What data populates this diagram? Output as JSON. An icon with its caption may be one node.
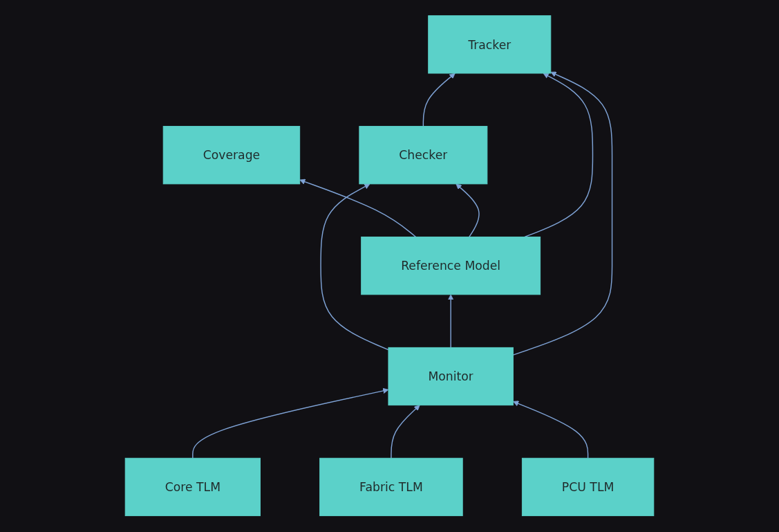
{
  "diagram": {
    "nodes": [
      {
        "text": [
          "Coverage"
        ]
      },
      {
        "text": [
          "Checker"
        ]
      },
      {
        "text": [
          "Reference Model"
        ]
      },
      {
        "text": [
          "Tracker"
        ]
      },
      {
        "text": [
          "Monitor"
        ]
      },
      {
        "text": [
          "Core TLM"
        ]
      },
      {
        "text": [
          "Fabric TLM"
        ]
      },
      {
        "text": [
          "PCU TLM"
        ]
      }
    ],
    "edges": [
      {
        "from": 5,
        "to": 4,
        "arrow": "to"
      },
      {
        "from": 6,
        "to": 4,
        "arrow": "to"
      },
      {
        "from": 7,
        "to": 4,
        "arrow": "to"
      },
      {
        "from": 4,
        "to": 1,
        "arrow": "to"
      },
      {
        "from": 4,
        "to": 2,
        "arrow": "to"
      },
      {
        "from": 4,
        "to": 3,
        "arrow": "to"
      },
      {
        "from": 2,
        "to": 0,
        "arrow": "to"
      },
      {
        "from": 2,
        "to": 1,
        "arrow": "to"
      },
      {
        "from": 2,
        "to": 3,
        "arrow": "to"
      },
      {
        "from": 1,
        "to": 3,
        "arrow": "to"
      }
    ]
  }
}
